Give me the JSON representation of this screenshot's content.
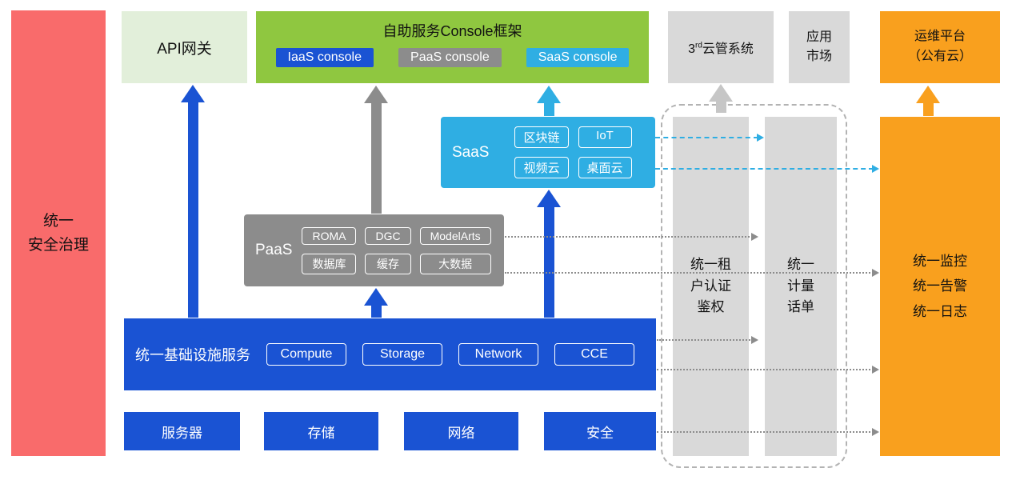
{
  "security_bar": {
    "label": "统一\n安全治理"
  },
  "api_gateway": {
    "label": "API网关"
  },
  "console_framework": {
    "title": "自助服务Console框架",
    "badges": [
      {
        "label": "IaaS console"
      },
      {
        "label": "PaaS console"
      },
      {
        "label": "SaaS console"
      }
    ]
  },
  "third_party_cloud": {
    "base": "3",
    "sup": "rd",
    "rest": "云管系统"
  },
  "app_market": {
    "label": "应用\n市场"
  },
  "ops_platform": {
    "label": "运维平台\n（公有云）"
  },
  "saas": {
    "label": "SaaS",
    "badges": [
      "区块链",
      "IoT",
      "视频云",
      "桌面云"
    ]
  },
  "paas": {
    "label": "PaaS",
    "badges": [
      "ROMA",
      "DGC",
      "ModelArts",
      "数据库",
      "缓存",
      "大数据"
    ]
  },
  "infrastructure": {
    "label": "统一基础设施服务",
    "badges": [
      "Compute",
      "Storage",
      "Network",
      "CCE"
    ]
  },
  "hardware": {
    "items": [
      "服务器",
      "存储",
      "网络",
      "安全"
    ]
  },
  "auth_bar": {
    "label": "统一租\n户认证\n鉴权"
  },
  "billing_bar": {
    "label": "统一\n计量\n话单"
  },
  "monitor_bar": {
    "label": "统一监控\n统一告警\n统一日志"
  },
  "colors": {
    "blue": "#1A53D3",
    "cyan": "#2FAEE3",
    "green": "#8FC740",
    "light_green": "#E2EFDA",
    "gray_dark": "#8C8C8C",
    "gray_light": "#D9D9D9",
    "orange": "#F9A01E",
    "red": "#F96B6B"
  }
}
